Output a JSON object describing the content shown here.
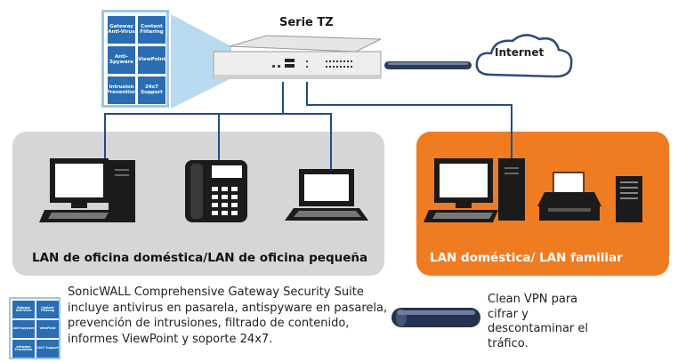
{
  "product_title": "Serie TZ",
  "internet_label": "Internet",
  "lan_office_label": "LAN de oficina doméstica/LAN de oficina pequeña",
  "lan_home_label": "LAN doméstica/ LAN familiar",
  "legend": {
    "services_description": "SonicWALL Comprehensive Gateway Security Suite incluye antivirus en pasarela, antispyware en pasarela, prevención de intrusiones, filtrado de contenido, informes ViewPoint y soporte 24x7.",
    "vpn_description": "Clean VPN para cifrar y descontaminar el tráfico."
  },
  "services": [
    "Gateway Anti-Virus",
    "Content Filtering",
    "Anti-Spyware",
    "ViewPoint",
    "Intrusion Prevention",
    "24x7 Support"
  ],
  "colors": {
    "office_lan": "#d6d6d6",
    "home_lan": "#f07c22",
    "tile_blue": "#2a6db2",
    "link_blue": "#1f4e8c"
  }
}
